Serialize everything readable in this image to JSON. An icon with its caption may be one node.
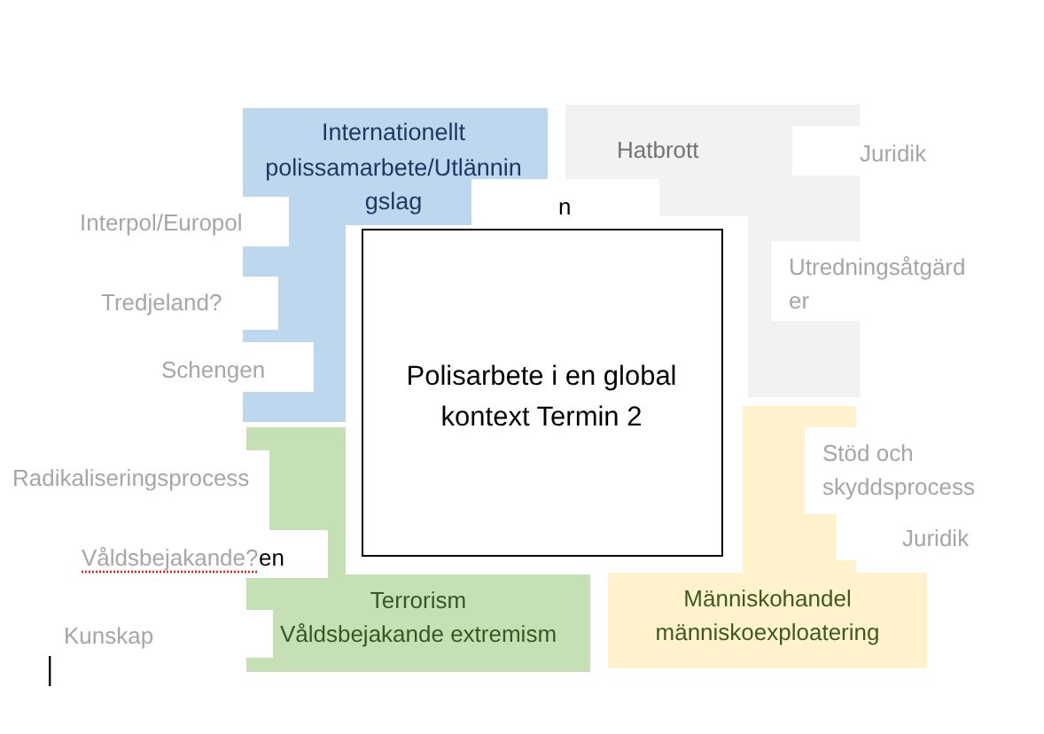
{
  "diagram": {
    "nodes": [
      {
        "text": [
          "Internationellt polissamarbete/Utlännin gslag"
        ]
      },
      {
        "text": [
          "Hatbrott"
        ]
      },
      {
        "text": [
          "Polisarbete i en global kontext Termin 2"
        ]
      },
      {
        "text": [
          "Terrorism",
          "Våldsbejakande extremism"
        ]
      },
      {
        "text": [
          "Människohandel människoexploatering"
        ]
      }
    ],
    "labels": [
      "Juridik",
      "n",
      "Interpol/Europol",
      "Utredningsåtgärd er",
      "Tredjeland?",
      "Schengen",
      "Stöd och skyddsprocess",
      "Radikaliseringsprocess",
      "Juridik",
      "Våldsbejakande?",
      "en",
      "Kunskap"
    ]
  }
}
